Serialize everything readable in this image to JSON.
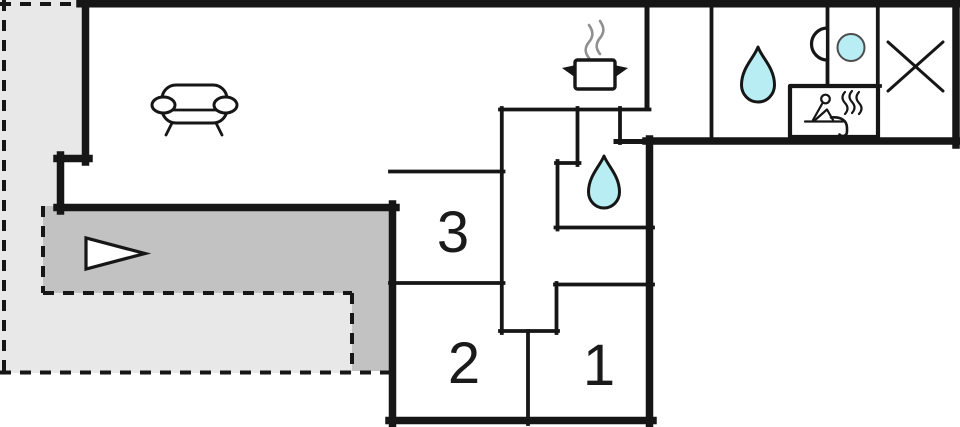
{
  "floorplan": {
    "type": "house-floor-plan",
    "rooms": [
      {
        "id": "bedroom-3",
        "label": "3"
      },
      {
        "id": "bedroom-2",
        "label": "2"
      },
      {
        "id": "bedroom-1",
        "label": "1"
      }
    ],
    "icons": [
      "sofa-icon",
      "cooking-pot-icon",
      "steam-icon",
      "water-drop-icon-bathroom",
      "water-drop-icon-shower-room",
      "washbasin-icon",
      "basin-circle-icon",
      "sauna-icon",
      "cross-icon",
      "entrance-arrow-icon"
    ],
    "colors": {
      "wall": "#161616",
      "text": "#1a1a1a",
      "house": "#ffffff",
      "terrace": "#e8e8e8",
      "walkway": "#c2c2c2",
      "water": "#b8edf4",
      "water_stroke": "#101010",
      "circle_stroke": "#4d4d4d",
      "steam": "#8f8f8f",
      "white": "#ffffff"
    }
  }
}
